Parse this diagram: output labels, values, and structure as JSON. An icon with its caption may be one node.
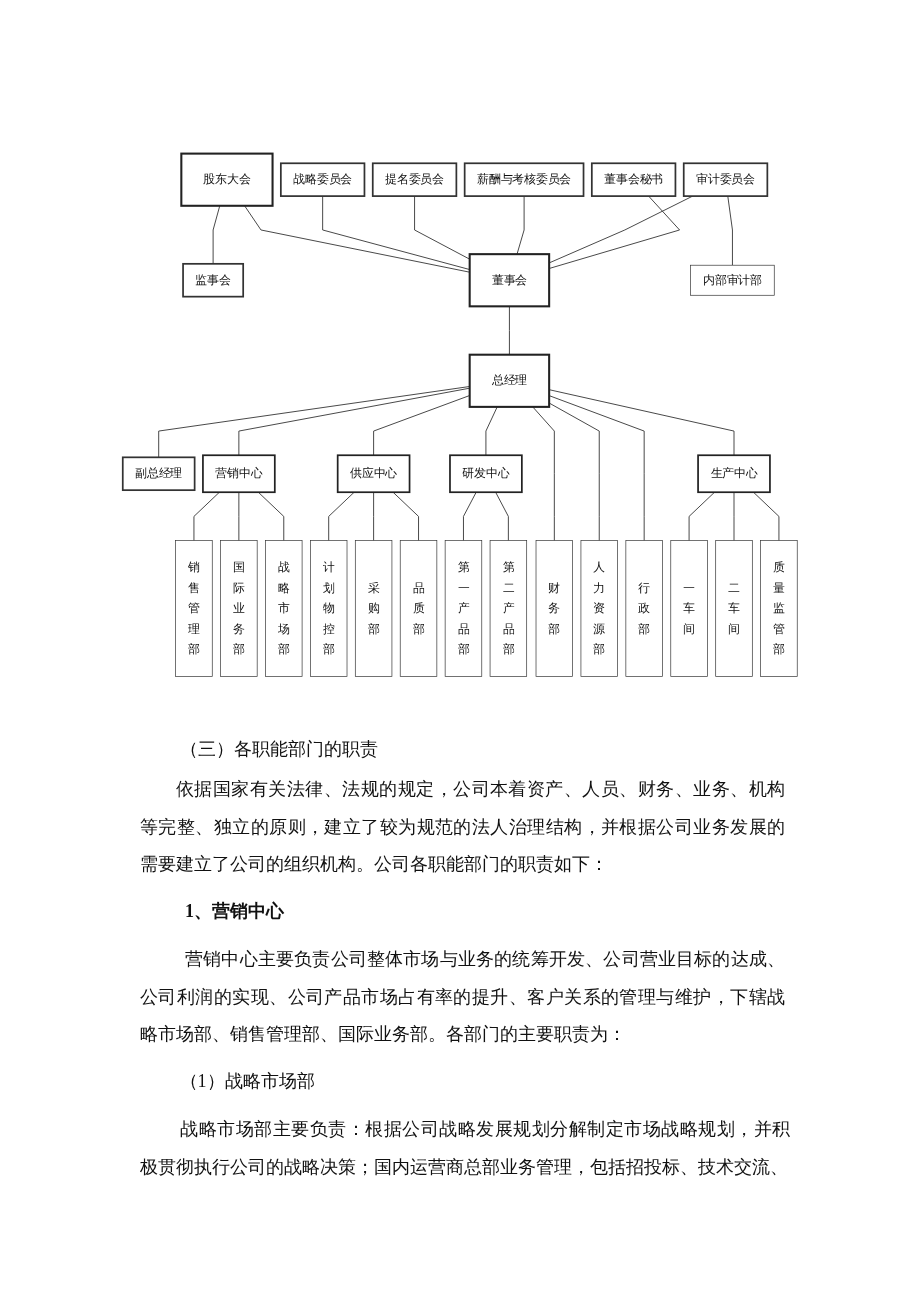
{
  "diagram": {
    "nodes": [
      {
        "text": [
          "股东大会"
        ]
      },
      {
        "text": [
          "战略委员会"
        ]
      },
      {
        "text": [
          "监事会"
        ]
      },
      {
        "text": [
          "提名委员会"
        ]
      },
      {
        "text": [
          "董事会"
        ]
      },
      {
        "text": [
          "董事会秘书"
        ]
      },
      {
        "text": [
          "薪酬与考核委员会"
        ]
      },
      {
        "text": [
          "审计委员会"
        ]
      },
      {
        "text": [
          "总经理"
        ]
      },
      {
        "text": [
          "内部审计部"
        ]
      },
      {
        "text": [
          "副总经理"
        ]
      },
      {
        "text": [
          "营销中心"
        ]
      },
      {
        "text": [
          "供应中心"
        ]
      },
      {
        "text": [
          "研发中心"
        ]
      },
      {
        "text": [
          "生产中心"
        ]
      },
      {
        "text": [
          "销售管理部"
        ]
      },
      {
        "text": [
          "国际业务部"
        ]
      },
      {
        "text": [
          "战略市场部"
        ]
      },
      {
        "text": [
          "计划物控部"
        ]
      },
      {
        "text": [
          "采购部"
        ]
      },
      {
        "text": [
          "品质部"
        ]
      },
      {
        "text": [
          "第一产品部"
        ]
      },
      {
        "text": [
          "第二产品部"
        ]
      },
      {
        "text": [
          "财务部"
        ]
      },
      {
        "text": [
          "人力资源部"
        ]
      },
      {
        "text": [
          "行政部"
        ]
      },
      {
        "text": [
          "一车间"
        ]
      },
      {
        "text": [
          "二车间"
        ]
      },
      {
        "text": [
          "质量监管部"
        ]
      }
    ],
    "edges": [
      {
        "from": 0,
        "to": 4,
        "arrow": "none"
      },
      {
        "from": 0,
        "to": 2,
        "arrow": "none"
      },
      {
        "from": 1,
        "to": 4,
        "arrow": "none"
      },
      {
        "from": 3,
        "to": 4,
        "arrow": "none"
      },
      {
        "from": 6,
        "to": 4,
        "arrow": "none"
      },
      {
        "from": 7,
        "to": 4,
        "arrow": "none"
      },
      {
        "from": 7,
        "to": 9,
        "arrow": "none"
      },
      {
        "from": 5,
        "to": 4,
        "arrow": "none"
      },
      {
        "from": 4,
        "to": 8,
        "arrow": "none"
      },
      {
        "from": 8,
        "to": 10,
        "arrow": "none"
      },
      {
        "from": 8,
        "to": 11,
        "arrow": "none"
      },
      {
        "from": 8,
        "to": 12,
        "arrow": "none"
      },
      {
        "from": 8,
        "to": 13,
        "arrow": "none"
      },
      {
        "from": 8,
        "to": 23,
        "arrow": "none"
      },
      {
        "from": 8,
        "to": 24,
        "arrow": "none"
      },
      {
        "from": 8,
        "to": 25,
        "arrow": "none"
      },
      {
        "from": 8,
        "to": 14,
        "arrow": "none"
      },
      {
        "from": 11,
        "to": 15,
        "arrow": "none"
      },
      {
        "from": 11,
        "to": 16,
        "arrow": "none"
      },
      {
        "from": 11,
        "to": 17,
        "arrow": "none"
      },
      {
        "from": 12,
        "to": 18,
        "arrow": "none"
      },
      {
        "from": 12,
        "to": 19,
        "arrow": "none"
      },
      {
        "from": 12,
        "to": 20,
        "arrow": "none"
      },
      {
        "from": 13,
        "to": 21,
        "arrow": "none"
      },
      {
        "from": 13,
        "to": 22,
        "arrow": "none"
      },
      {
        "from": 14,
        "to": 26,
        "arrow": "none"
      },
      {
        "from": 14,
        "to": 27,
        "arrow": "none"
      },
      {
        "from": 14,
        "to": 28,
        "arrow": "none"
      }
    ],
    "labels": [
      "（三）各职能部门的职责",
      "依据国家有关法律、法规的规定，公司本着资产、人员、财务、业务、机构等完整、独立的原则，建立了较为规范的法人治理结构，并根据公司业务发展的需要建立了公司的组织机构。公司各职能部门的职责如下：",
      "1、营销中心",
      "营销中心主要负责公司整体市场与业务的统筹开发、公司营业目标的达成、公司利润的实现、公司产品市场占有率的提升、客户关系的管理与维护，下辖战略市场部、销售管理部、国际业务部。各部门的主要职责为：",
      "（1）战略市场部",
      "战略市场部主要负责：根据公司战略发展规划分解制定市场战略规划，并积极贯彻执行公司的战略决策；国内运营商总部业务管理，包括招投标、技术交流、"
    ]
  }
}
